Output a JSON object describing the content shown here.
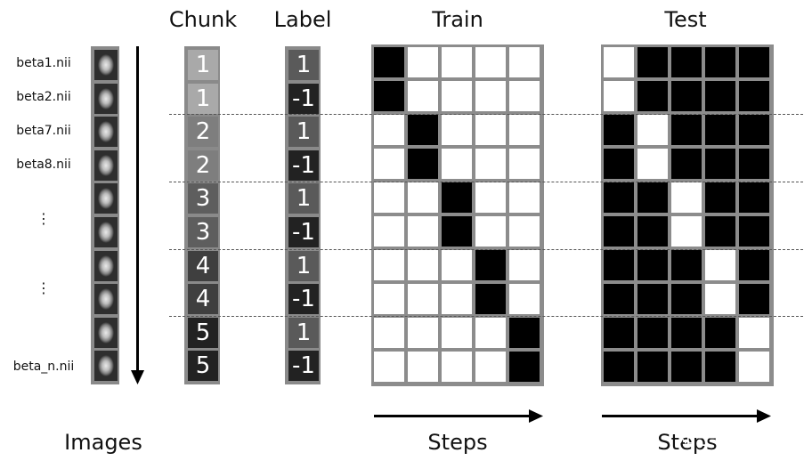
{
  "headers": {
    "chunk": "Chunk",
    "label": "Label",
    "train": "Train",
    "test": "Test"
  },
  "footers": {
    "images": "Images",
    "train_steps": "Steps",
    "test_steps": "Steps"
  },
  "file_labels": [
    "beta1.nii",
    "beta2.nii",
    "beta7.nii",
    "beta8.nii",
    "⋮",
    "⋮",
    "beta_n.nii"
  ],
  "chunks": [
    "1",
    "1",
    "2",
    "2",
    "3",
    "3",
    "4",
    "4",
    "5",
    "5"
  ],
  "labels": [
    "1",
    "-1",
    "1",
    "-1",
    "1",
    "-1",
    "1",
    "-1",
    "1",
    "-1"
  ],
  "chunk_colors": [
    "#a9a9a9",
    "#a9a9a9",
    "#7e7e7e",
    "#7e7e7e",
    "#5e5e5e",
    "#5e5e5e",
    "#3f3f3f",
    "#3f3f3f",
    "#222222",
    "#222222"
  ],
  "label_colors": [
    "#5a5a5a",
    "#222222",
    "#5a5a5a",
    "#222222",
    "#5a5a5a",
    "#222222",
    "#5a5a5a",
    "#222222",
    "#5a5a5a",
    "#222222"
  ],
  "train_matrix": [
    [
      1,
      0,
      0,
      0,
      0
    ],
    [
      1,
      0,
      0,
      0,
      0
    ],
    [
      0,
      1,
      0,
      0,
      0
    ],
    [
      0,
      1,
      0,
      0,
      0
    ],
    [
      0,
      0,
      1,
      0,
      0
    ],
    [
      0,
      0,
      1,
      0,
      0
    ],
    [
      0,
      0,
      0,
      1,
      0
    ],
    [
      0,
      0,
      0,
      1,
      0
    ],
    [
      0,
      0,
      0,
      0,
      1
    ],
    [
      0,
      0,
      0,
      0,
      1
    ]
  ],
  "test_matrix": [
    [
      0,
      1,
      1,
      1,
      1
    ],
    [
      0,
      1,
      1,
      1,
      1
    ],
    [
      1,
      0,
      1,
      1,
      1
    ],
    [
      1,
      0,
      1,
      1,
      1
    ],
    [
      1,
      1,
      0,
      1,
      1
    ],
    [
      1,
      1,
      0,
      1,
      1
    ],
    [
      1,
      1,
      1,
      0,
      1
    ],
    [
      1,
      1,
      1,
      0,
      1
    ],
    [
      1,
      1,
      1,
      1,
      0
    ],
    [
      1,
      1,
      1,
      1,
      0
    ]
  ],
  "colors": {
    "filled": "#000000",
    "empty": "#ffffff",
    "grid_line": "#8c8c8c"
  },
  "watermark": "知乎 @谷里"
}
